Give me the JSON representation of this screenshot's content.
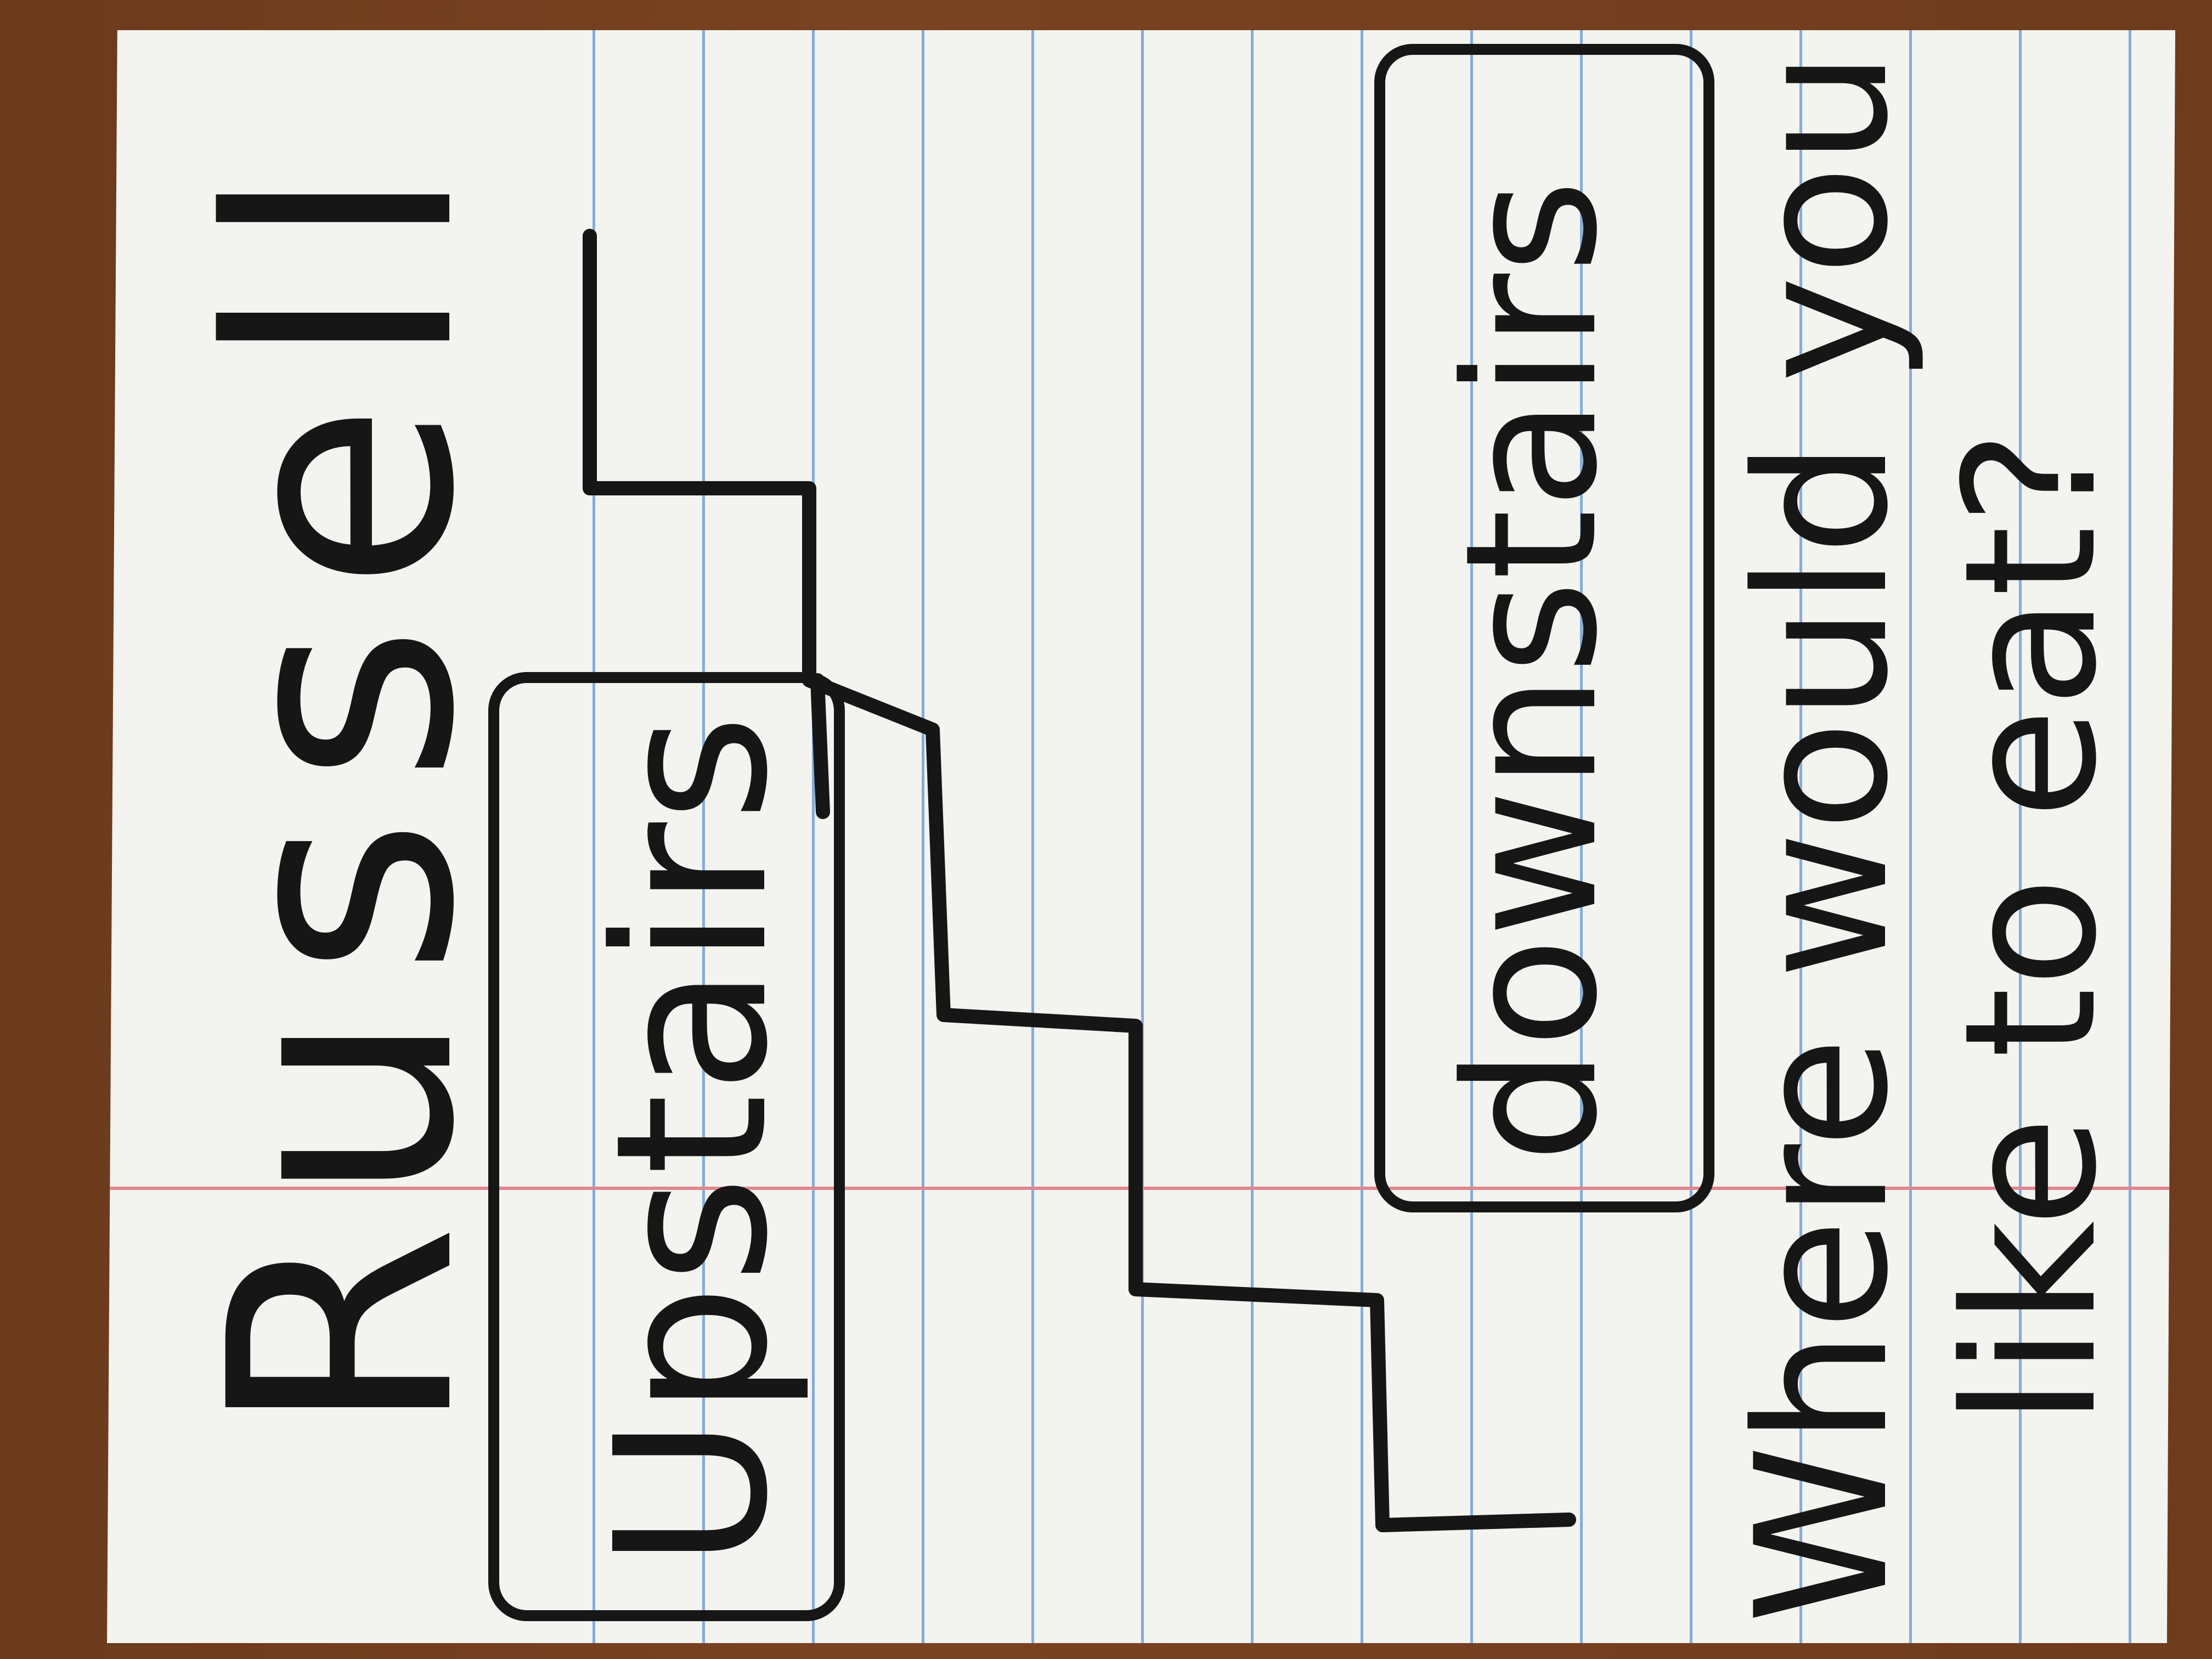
{
  "note": {
    "title": "Russell",
    "label_upstairs": "Upstairs",
    "label_downstairs": "downstairs",
    "question_line1": "Where would you",
    "question_line2": "like to eat?"
  },
  "colors": {
    "ink": "#161616",
    "paper": "#f3f3ef",
    "rule_blue": "#6e9fd6",
    "margin_red": "#e0868f",
    "table": "#6b3a1c"
  }
}
